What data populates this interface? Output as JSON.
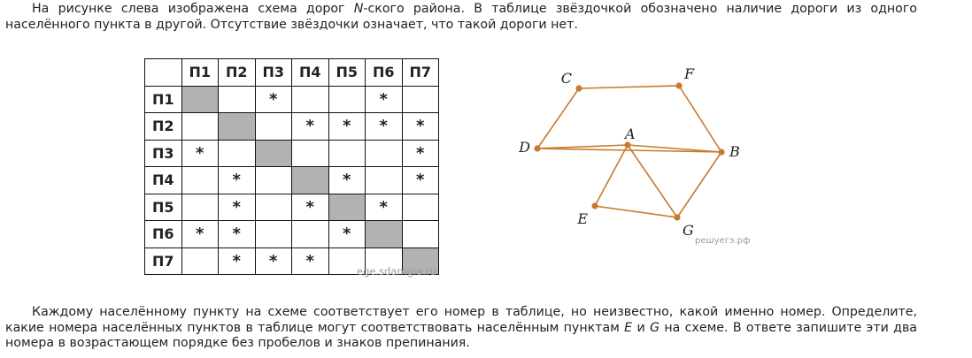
{
  "intro": {
    "part1": "На рисунке слева изображена схема дорог ",
    "region": "N",
    "part2": "-ского района. В таблице звёздочкой обозначено наличие дороги из одного населённого пункта в другой. Отсутствие звёздочки означает, что такой дороги нет."
  },
  "table": {
    "headers": [
      "П1",
      "П2",
      "П3",
      "П4",
      "П5",
      "П6",
      "П7"
    ],
    "mark": "*",
    "rows": [
      [
        false,
        false,
        true,
        false,
        false,
        true,
        false
      ],
      [
        false,
        false,
        false,
        true,
        true,
        true,
        true
      ],
      [
        true,
        false,
        false,
        false,
        false,
        false,
        true
      ],
      [
        false,
        true,
        false,
        false,
        true,
        false,
        true
      ],
      [
        false,
        true,
        false,
        true,
        false,
        true,
        false
      ],
      [
        true,
        true,
        false,
        false,
        true,
        false,
        false
      ],
      [
        false,
        true,
        true,
        true,
        false,
        false,
        false
      ]
    ],
    "watermark": "ege.sdamgia.ru"
  },
  "graph": {
    "edge_color": "#c87a2e",
    "vertices": [
      "A",
      "B",
      "C",
      "D",
      "E",
      "F",
      "G"
    ],
    "edges": [
      [
        "C",
        "F"
      ],
      [
        "F",
        "B"
      ],
      [
        "C",
        "D"
      ],
      [
        "D",
        "A"
      ],
      [
        "D",
        "B"
      ],
      [
        "A",
        "B"
      ],
      [
        "A",
        "E"
      ],
      [
        "A",
        "G"
      ],
      [
        "E",
        "G"
      ],
      [
        "B",
        "G"
      ]
    ],
    "watermark": "решуегэ.рф"
  },
  "task": {
    "part1": "Каждому населённому пункту на схеме соответствует его номер в таблице, но неизвестно, какой именно номер. Определите, какие номера населённых пунктов в таблице могут соответствовать населённым пунктам ",
    "e": "E",
    "and": " и ",
    "g": "G",
    "part2": " на схеме. В ответе запишите эти два номера в возрастающем порядке без пробелов и знаков препинания."
  }
}
